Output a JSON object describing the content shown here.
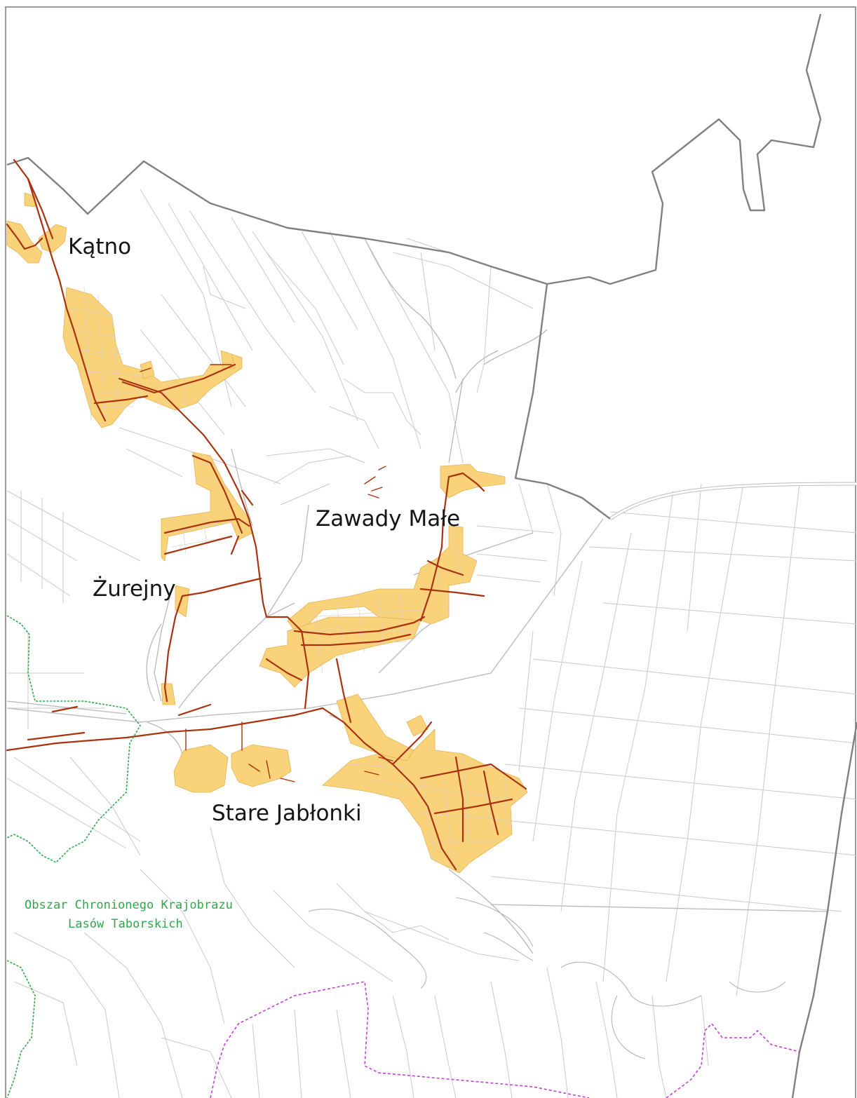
{
  "map": {
    "places": [
      {
        "id": "katno",
        "name": "Kątno"
      },
      {
        "id": "zawady-male",
        "name": "Zawady Małe"
      },
      {
        "id": "zurejny",
        "name": "Żurejny"
      },
      {
        "id": "stare-jablonki",
        "name": "Stare Jabłonki"
      }
    ],
    "protected_area": {
      "line1": "Obszar Chronionego Krajobrazu",
      "line2": "Lasów Taborskich"
    },
    "colors": {
      "settlement_fill": "#f9d27a",
      "network_line": "#a9320f",
      "protected_area_label": "#2ea84a",
      "district_boundary": "#c23fd6",
      "municipal_boundary": "#808080"
    }
  }
}
